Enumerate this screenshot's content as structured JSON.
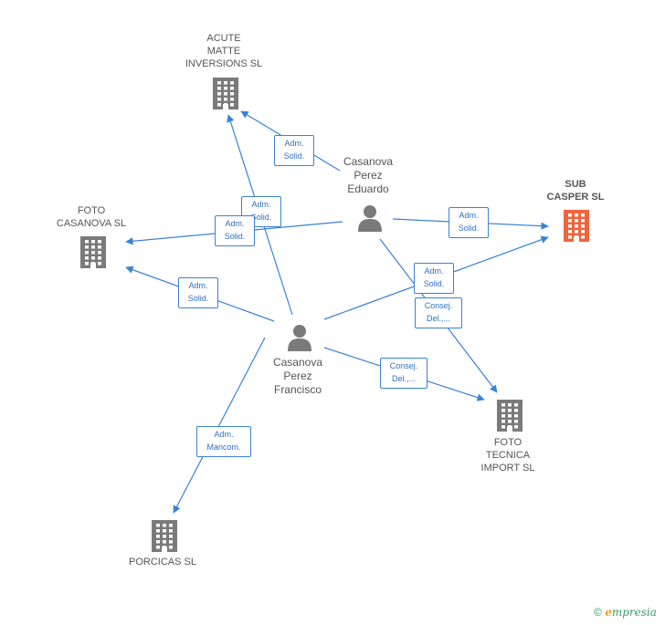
{
  "nodes": {
    "acute": {
      "label": "ACUTE\nMATTE\nINVERSIONS SL",
      "kind": "company"
    },
    "foto_casanova": {
      "label": "FOTO\nCASANOVA SL",
      "kind": "company"
    },
    "sub_casper": {
      "label": "SUB\nCASPER SL",
      "kind": "company-focus"
    },
    "foto_tecnica": {
      "label": "FOTO\nTECNICA\nIMPORT SL",
      "kind": "company"
    },
    "porcicas": {
      "label": "PORCICAS SL",
      "kind": "company"
    },
    "eduardo": {
      "label": "Casanova\nPerez\nEduardo",
      "kind": "person"
    },
    "francisco": {
      "label": "Casanova\nPerez\nFrancisco",
      "kind": "person"
    }
  },
  "edges": [
    {
      "from": "eduardo",
      "to": "acute",
      "label": "Adm.\nSolid."
    },
    {
      "from": "francisco",
      "to": "acute",
      "label": "Adm.\nSolid."
    },
    {
      "from": "eduardo",
      "to": "foto_casanova",
      "label": "Adm.\nSolid."
    },
    {
      "from": "francisco",
      "to": "foto_casanova",
      "label": "Adm.\nSolid."
    },
    {
      "from": "eduardo",
      "to": "sub_casper",
      "label": "Adm.\nSolid."
    },
    {
      "from": "francisco",
      "to": "sub_casper",
      "label": "Adm.\nSolid."
    },
    {
      "from": "eduardo",
      "to": "foto_tecnica",
      "label": "Consej.\nDel.,..."
    },
    {
      "from": "francisco",
      "to": "foto_tecnica",
      "label": "Consej.\nDel.,..."
    },
    {
      "from": "francisco",
      "to": "porcicas",
      "label": "Adm.\nMancom."
    }
  ],
  "colors": {
    "company": "#7a7a7a",
    "company_focus": "#f0643c",
    "person": "#7a7a7a",
    "edge": "#3a82d6"
  },
  "copyright": {
    "symbol": "©",
    "brand_initial": "e",
    "brand_rest": "mpresia"
  }
}
